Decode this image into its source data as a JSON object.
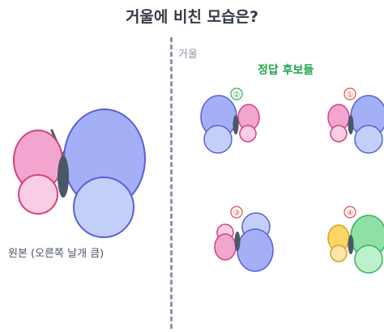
{
  "title": "거울에 비친 모습은?",
  "mirror_label": "거울",
  "candidates_title": "정답 후보들",
  "original_caption": "원본 (오른쪽 날개 큼)",
  "candidates": [
    {
      "number": "②",
      "variant": "mirrored-blue"
    },
    {
      "number": "①",
      "variant": "original-small"
    },
    {
      "number": "③",
      "variant": "flipped-vertical"
    },
    {
      "number": "④",
      "variant": "recolored"
    }
  ],
  "colors": {
    "big_wing": "#a4b0f5",
    "big_wing_stroke": "#5860d6",
    "big_wing_lower": "#c3cff8",
    "small_wing": "#f2a5cf",
    "small_wing_stroke": "#d4417f",
    "small_wing_lower": "#f9cde4",
    "body": "#495866",
    "alt_big": "#8ee0a7",
    "alt_big_stroke": "#34b35b",
    "alt_big_lower": "#bdf0cc",
    "alt_small": "#fbd567",
    "alt_small_stroke": "#d6a21a",
    "alt_small_lower": "#fde6a8",
    "badge_green": "#2fa956",
    "badge_red": "#de4a4a"
  }
}
